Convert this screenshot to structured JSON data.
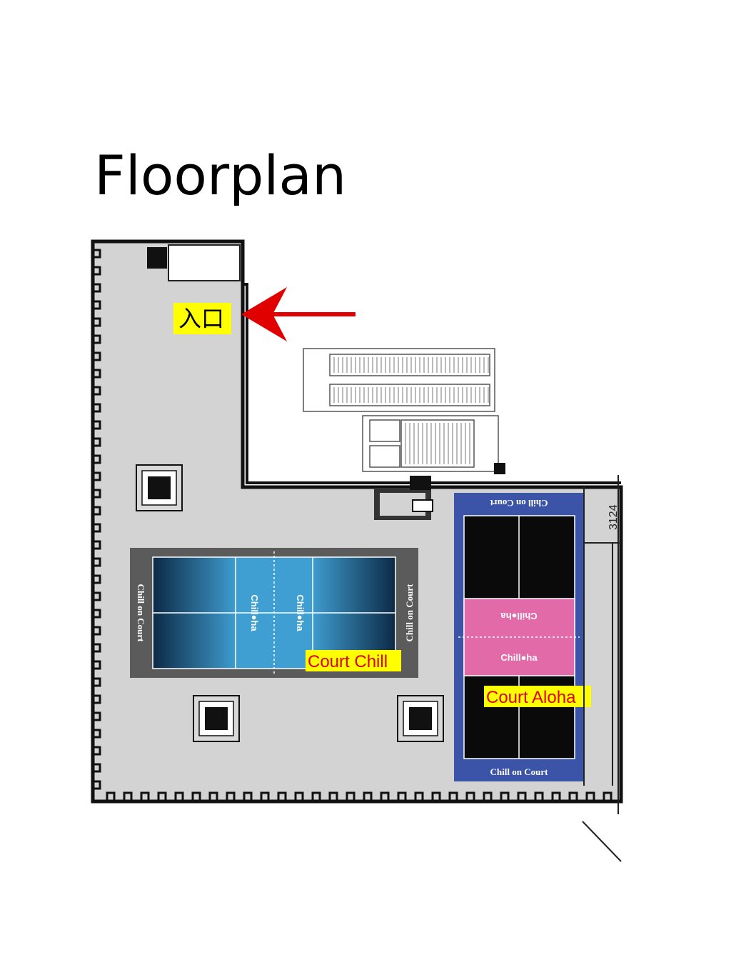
{
  "title": "Floorplan",
  "entrance_label": "入口",
  "dimension_label": "3124",
  "courts": [
    {
      "name": "Court Chill",
      "side_text": "Chill on Court",
      "brand_text": "Chill●ha",
      "colors": {
        "border": "#5b5b5b",
        "surface": "#3f9fd2",
        "surface_dark": "#0d2a46"
      }
    },
    {
      "name": "Court Aloha",
      "side_text": "Chill on Court",
      "brand_text": "Chill●ha",
      "colors": {
        "border": "#3b54a8",
        "surface": "#0a0a0a",
        "kitchen": "#e26aa8"
      }
    }
  ],
  "colors": {
    "floor": "#d3d3d3",
    "wall": "#111111",
    "label_bg": "#ffff00",
    "label_text": "#e00000",
    "arrow": "#e00000"
  }
}
